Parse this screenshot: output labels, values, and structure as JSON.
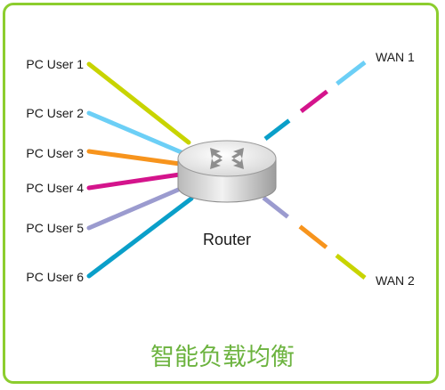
{
  "pc_users": [
    {
      "label": "PC User 1",
      "color": "#c8d400"
    },
    {
      "label": "PC User 2",
      "color": "#6ccff6"
    },
    {
      "label": "PC User 3",
      "color": "#f7941d"
    },
    {
      "label": "PC User 4",
      "color": "#d4148c"
    },
    {
      "label": "PC User 5",
      "color": "#9b9bcf"
    },
    {
      "label": "PC User 6",
      "color": "#0a9fc9"
    }
  ],
  "wan": [
    {
      "label": "WAN 1",
      "segments": [
        "#0a9fc9",
        "#d4148c",
        "#6ccff6"
      ]
    },
    {
      "label": "WAN 2",
      "segments": [
        "#9b9bcf",
        "#f7941d",
        "#c8d400"
      ]
    }
  ],
  "router": {
    "label": "Router",
    "icon": "router-arrows-icon"
  },
  "title": "智能负载均衡",
  "colors": {
    "frame": "#8ccd2e",
    "title": "#6cb33f"
  }
}
